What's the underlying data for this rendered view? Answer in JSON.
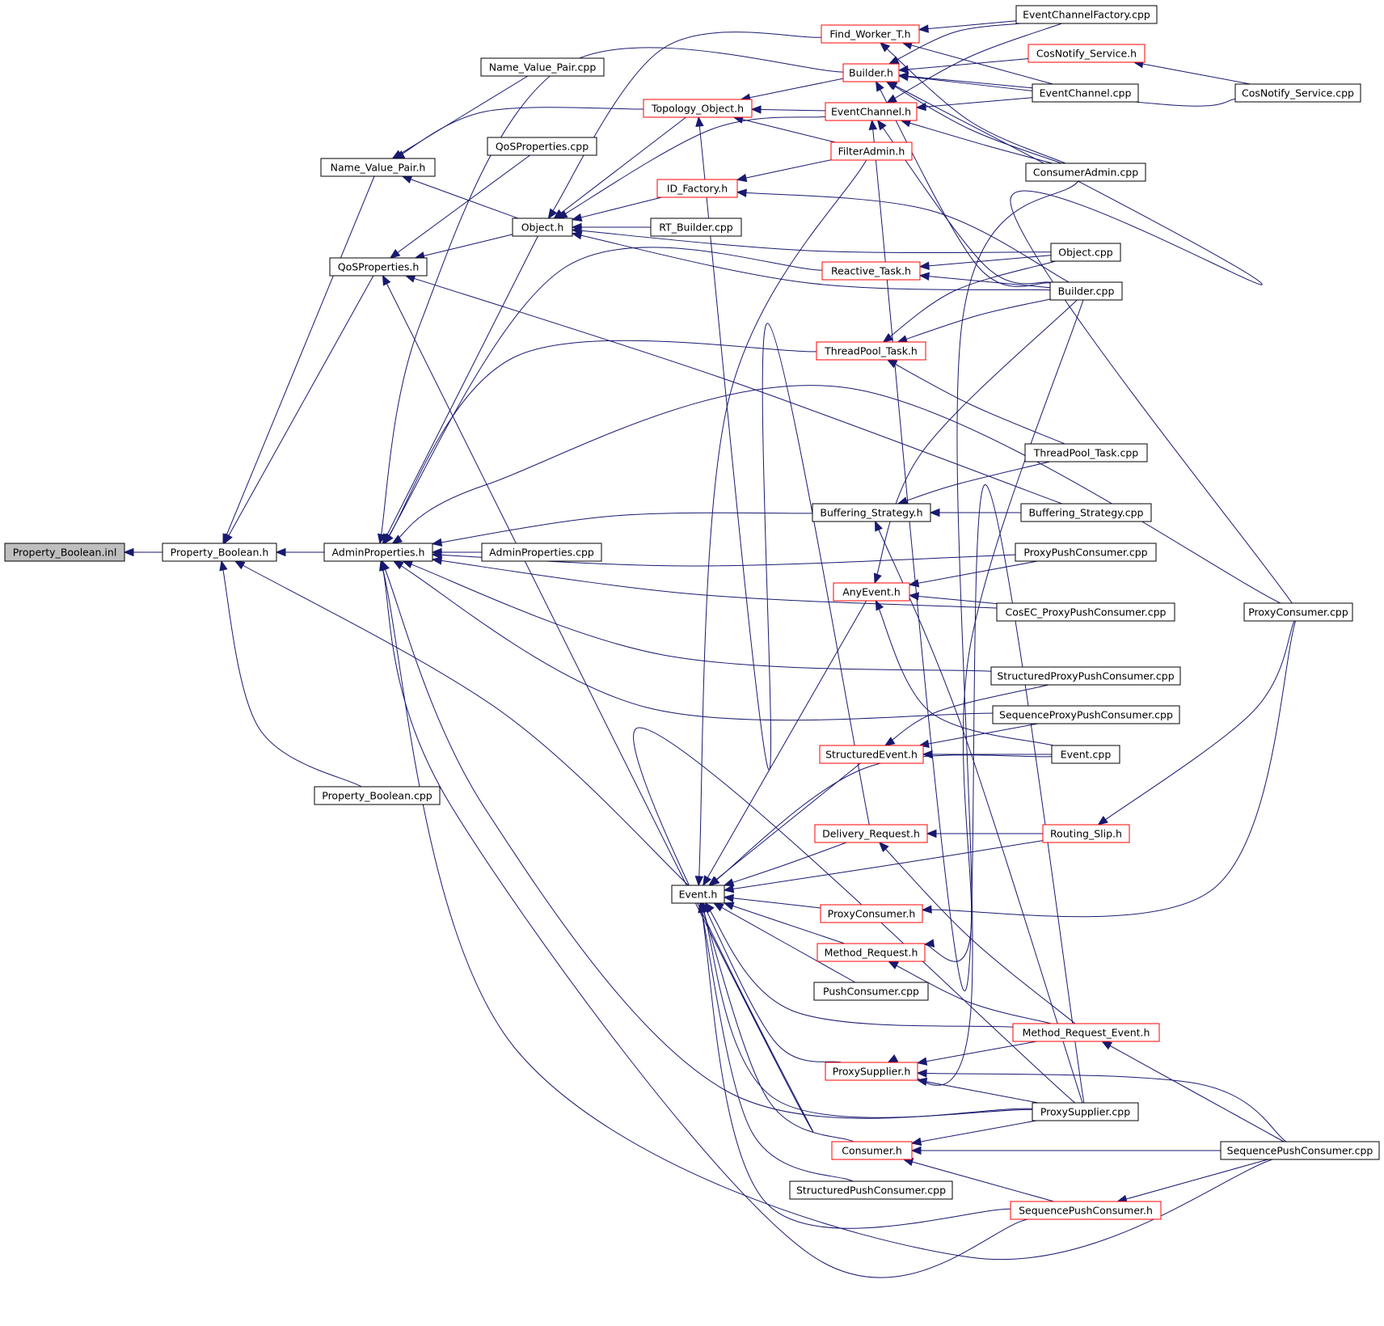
{
  "graph": {
    "colors": {
      "edge": "#191970",
      "node_border_normal": "#000000",
      "node_border_linked": "#ff0000",
      "root_fill": "#bfbfbf",
      "node_fill": "#ffffff"
    },
    "nodes": [
      {
        "id": "Property_Boolean_inl",
        "label": "Property_Boolean.inl",
        "style": "root"
      },
      {
        "id": "Property_Boolean_h",
        "label": "Property_Boolean.h",
        "style": "normal"
      },
      {
        "id": "AdminProperties_h",
        "label": "AdminProperties.h",
        "style": "normal"
      },
      {
        "id": "Name_Value_Pair_h",
        "label": "Name_Value_Pair.h",
        "style": "normal"
      },
      {
        "id": "Name_Value_Pair_cpp",
        "label": "Name_Value_Pair.cpp",
        "style": "normal"
      },
      {
        "id": "QoSProperties_cpp",
        "label": "QoSProperties.cpp",
        "style": "normal"
      },
      {
        "id": "QoSProperties_h",
        "label": "QoSProperties.h",
        "style": "normal"
      },
      {
        "id": "Property_Boolean_cpp",
        "label": "Property_Boolean.cpp",
        "style": "normal"
      },
      {
        "id": "Object_h",
        "label": "Object.h",
        "style": "normal"
      },
      {
        "id": "AdminProperties_cpp",
        "label": "AdminProperties.cpp",
        "style": "normal"
      },
      {
        "id": "Event_h",
        "label": "Event.h",
        "style": "normal"
      },
      {
        "id": "Topology_Object_h",
        "label": "Topology_Object.h",
        "style": "linked"
      },
      {
        "id": "ID_Factory_h",
        "label": "ID_Factory.h",
        "style": "linked"
      },
      {
        "id": "RT_Builder_cpp",
        "label": "RT_Builder.cpp",
        "style": "normal"
      },
      {
        "id": "Find_Worker_T_h",
        "label": "Find_Worker_T.h",
        "style": "linked"
      },
      {
        "id": "Builder_h",
        "label": "Builder.h",
        "style": "linked"
      },
      {
        "id": "EventChannel_h",
        "label": "EventChannel.h",
        "style": "linked"
      },
      {
        "id": "FilterAdmin_h",
        "label": "FilterAdmin.h",
        "style": "linked"
      },
      {
        "id": "Reactive_Task_h",
        "label": "Reactive_Task.h",
        "style": "linked"
      },
      {
        "id": "ThreadPool_Task_h",
        "label": "ThreadPool_Task.h",
        "style": "linked"
      },
      {
        "id": "Buffering_Strategy_h",
        "label": "Buffering_Strategy.h",
        "style": "normal"
      },
      {
        "id": "AnyEvent_h",
        "label": "AnyEvent.h",
        "style": "linked"
      },
      {
        "id": "StructuredEvent_h",
        "label": "StructuredEvent.h",
        "style": "linked"
      },
      {
        "id": "Delivery_Request_h",
        "label": "Delivery_Request.h",
        "style": "linked"
      },
      {
        "id": "ProxyConsumer_h",
        "label": "ProxyConsumer.h",
        "style": "linked"
      },
      {
        "id": "Method_Request_h",
        "label": "Method_Request.h",
        "style": "linked"
      },
      {
        "id": "PushConsumer_cpp",
        "label": "PushConsumer.cpp",
        "style": "normal"
      },
      {
        "id": "ProxySupplier_h",
        "label": "ProxySupplier.h",
        "style": "linked"
      },
      {
        "id": "Consumer_h",
        "label": "Consumer.h",
        "style": "linked"
      },
      {
        "id": "StructuredPushConsumer_cpp",
        "label": "StructuredPushConsumer.cpp",
        "style": "normal"
      },
      {
        "id": "EventChannelFactory_cpp",
        "label": "EventChannelFactory.cpp",
        "style": "normal"
      },
      {
        "id": "CosNotify_Service_h",
        "label": "CosNotify_Service.h",
        "style": "linked"
      },
      {
        "id": "EventChannel_cpp",
        "label": "EventChannel.cpp",
        "style": "normal"
      },
      {
        "id": "ConsumerAdmin_cpp",
        "label": "ConsumerAdmin.cpp",
        "style": "normal"
      },
      {
        "id": "Object_cpp",
        "label": "Object.cpp",
        "style": "normal"
      },
      {
        "id": "Builder_cpp",
        "label": "Builder.cpp",
        "style": "normal"
      },
      {
        "id": "ThreadPool_Task_cpp",
        "label": "ThreadPool_Task.cpp",
        "style": "normal"
      },
      {
        "id": "Buffering_Strategy_cpp",
        "label": "Buffering_Strategy.cpp",
        "style": "normal"
      },
      {
        "id": "ProxyPushConsumer_cpp",
        "label": "ProxyPushConsumer.cpp",
        "style": "normal"
      },
      {
        "id": "CosEC_ProxyPushConsumer_cpp",
        "label": "CosEC_ProxyPushConsumer.cpp",
        "style": "normal"
      },
      {
        "id": "StructuredProxyPushConsumer_cpp",
        "label": "StructuredProxyPushConsumer.cpp",
        "style": "normal"
      },
      {
        "id": "SequenceProxyPushConsumer_cpp",
        "label": "SequenceProxyPushConsumer.cpp",
        "style": "normal"
      },
      {
        "id": "Event_cpp",
        "label": "Event.cpp",
        "style": "normal"
      },
      {
        "id": "Routing_Slip_h",
        "label": "Routing_Slip.h",
        "style": "linked"
      },
      {
        "id": "Method_Request_Event_h",
        "label": "Method_Request_Event.h",
        "style": "linked"
      },
      {
        "id": "ProxySupplier_cpp",
        "label": "ProxySupplier.cpp",
        "style": "normal"
      },
      {
        "id": "SequencePushConsumer_h",
        "label": "SequencePushConsumer.h",
        "style": "linked"
      },
      {
        "id": "CosNotify_Service_cpp",
        "label": "CosNotify_Service.cpp",
        "style": "normal"
      },
      {
        "id": "ProxyConsumer_cpp",
        "label": "ProxyConsumer.cpp",
        "style": "normal"
      },
      {
        "id": "SequencePushConsumer_cpp",
        "label": "SequencePushConsumer.cpp",
        "style": "normal"
      }
    ],
    "edges": [
      [
        "Property_Boolean_h",
        "Property_Boolean_inl"
      ],
      [
        "AdminProperties_h",
        "Property_Boolean_h"
      ],
      [
        "Name_Value_Pair_h",
        "Property_Boolean_h"
      ],
      [
        "QoSProperties_h",
        "Property_Boolean_h"
      ],
      [
        "Property_Boolean_cpp",
        "Property_Boolean_h"
      ],
      [
        "Event_h",
        "Property_Boolean_h"
      ],
      [
        "Name_Value_Pair_cpp",
        "Name_Value_Pair_h"
      ],
      [
        "Topology_Object_h",
        "Name_Value_Pair_h"
      ],
      [
        "Object_h",
        "Name_Value_Pair_h"
      ],
      [
        "QoSProperties_cpp",
        "QoSProperties_h"
      ],
      [
        "Object_h",
        "QoSProperties_h"
      ],
      [
        "Buffering_Strategy_cpp",
        "QoSProperties_h"
      ],
      [
        "ProxySupplier_cpp",
        "QoSProperties_h"
      ],
      [
        "AdminProperties_cpp",
        "AdminProperties_h"
      ],
      [
        "Object_h",
        "AdminProperties_h"
      ],
      [
        "Builder_h",
        "AdminProperties_h"
      ],
      [
        "Reactive_Task_h",
        "AdminProperties_h"
      ],
      [
        "ThreadPool_Task_h",
        "AdminProperties_h"
      ],
      [
        "Buffering_Strategy_h",
        "AdminProperties_h"
      ],
      [
        "ProxyPushConsumer_cpp",
        "AdminProperties_h"
      ],
      [
        "CosEC_ProxyPushConsumer_cpp",
        "AdminProperties_h"
      ],
      [
        "StructuredProxyPushConsumer_cpp",
        "AdminProperties_h"
      ],
      [
        "SequenceProxyPushConsumer_cpp",
        "AdminProperties_h"
      ],
      [
        "ProxyConsumer_cpp",
        "AdminProperties_h"
      ],
      [
        "ProxySupplier_cpp",
        "AdminProperties_h"
      ],
      [
        "SequencePushConsumer_h",
        "AdminProperties_h"
      ],
      [
        "SequencePushConsumer_cpp",
        "AdminProperties_h"
      ],
      [
        "Topology_Object_h",
        "Object_h"
      ],
      [
        "ID_Factory_h",
        "Object_h"
      ],
      [
        "RT_Builder_cpp",
        "Object_h"
      ],
      [
        "Find_Worker_T_h",
        "Object_h"
      ],
      [
        "EventChannel_h",
        "Object_h"
      ],
      [
        "Object_cpp",
        "Object_h"
      ],
      [
        "Builder_cpp",
        "Object_h"
      ],
      [
        "Builder_h",
        "Topology_Object_h"
      ],
      [
        "EventChannel_h",
        "Topology_Object_h"
      ],
      [
        "FilterAdmin_h",
        "Topology_Object_h"
      ],
      [
        "Delivery_Request_h",
        "Topology_Object_h"
      ],
      [
        "FilterAdmin_h",
        "ID_Factory_h"
      ],
      [
        "Builder_cpp",
        "ID_Factory_h"
      ],
      [
        "EventChannelFactory_cpp",
        "Find_Worker_T_h"
      ],
      [
        "EventChannel_cpp",
        "Find_Worker_T_h"
      ],
      [
        "ConsumerAdmin_cpp",
        "Find_Worker_T_h"
      ],
      [
        "EventChannelFactory_cpp",
        "Builder_h"
      ],
      [
        "CosNotify_Service_h",
        "Builder_h"
      ],
      [
        "EventChannel_cpp",
        "Builder_h"
      ],
      [
        "ConsumerAdmin_cpp",
        "Builder_h"
      ],
      [
        "Builder_cpp",
        "Builder_h"
      ],
      [
        "CosNotify_Service_cpp",
        "Builder_h"
      ],
      [
        "ProxyConsumer_cpp",
        "Builder_h"
      ],
      [
        "EventChannelFactory_cpp",
        "EventChannel_h"
      ],
      [
        "EventChannel_cpp",
        "EventChannel_h"
      ],
      [
        "ConsumerAdmin_cpp",
        "EventChannel_h"
      ],
      [
        "Builder_cpp",
        "EventChannel_h"
      ],
      [
        "ProxySupplier_cpp",
        "EventChannel_h"
      ],
      [
        "CosNotify_Service_cpp",
        "CosNotify_Service_h"
      ],
      [
        "Object_cpp",
        "Reactive_Task_h"
      ],
      [
        "Builder_cpp",
        "Reactive_Task_h"
      ],
      [
        "Object_cpp",
        "ThreadPool_Task_h"
      ],
      [
        "Builder_cpp",
        "ThreadPool_Task_h"
      ],
      [
        "ThreadPool_Task_cpp",
        "ThreadPool_Task_h"
      ],
      [
        "Buffering_Strategy_cpp",
        "Buffering_Strategy_h"
      ],
      [
        "ThreadPool_Task_cpp",
        "Buffering_Strategy_h"
      ],
      [
        "ProxySupplier_cpp",
        "Buffering_Strategy_h"
      ],
      [
        "Builder_cpp",
        "AnyEvent_h"
      ],
      [
        "ProxyPushConsumer_cpp",
        "AnyEvent_h"
      ],
      [
        "CosEC_ProxyPushConsumer_cpp",
        "AnyEvent_h"
      ],
      [
        "Event_cpp",
        "AnyEvent_h"
      ],
      [
        "StructuredProxyPushConsumer_cpp",
        "StructuredEvent_h"
      ],
      [
        "SequenceProxyPushConsumer_cpp",
        "StructuredEvent_h"
      ],
      [
        "Event_cpp",
        "StructuredEvent_h"
      ],
      [
        "Routing_Slip_h",
        "Delivery_Request_h"
      ],
      [
        "Method_Request_Event_h",
        "Delivery_Request_h"
      ],
      [
        "ProxyConsumer_cpp",
        "ProxyConsumer_h"
      ],
      [
        "Builder_cpp",
        "Method_Request_h"
      ],
      [
        "Method_Request_Event_h",
        "Method_Request_h"
      ],
      [
        "ConsumerAdmin_cpp",
        "ProxySupplier_h"
      ],
      [
        "Method_Request_Event_h",
        "ProxySupplier_h"
      ],
      [
        "ProxySupplier_cpp",
        "ProxySupplier_h"
      ],
      [
        "SequencePushConsumer_cpp",
        "ProxySupplier_h"
      ],
      [
        "ProxySupplier_cpp",
        "Consumer_h"
      ],
      [
        "SequencePushConsumer_h",
        "Consumer_h"
      ],
      [
        "SequencePushConsumer_cpp",
        "Consumer_h"
      ],
      [
        "ProxyConsumer_cpp",
        "Routing_Slip_h"
      ],
      [
        "SequencePushConsumer_cpp",
        "Method_Request_Event_h"
      ],
      [
        "SequencePushConsumer_cpp",
        "SequencePushConsumer_h"
      ],
      [
        "FilterAdmin_h",
        "Event_h"
      ],
      [
        "AnyEvent_h",
        "Event_h"
      ],
      [
        "StructuredEvent_h",
        "Event_h"
      ],
      [
        "Delivery_Request_h",
        "Event_h"
      ],
      [
        "ProxyConsumer_h",
        "Event_h"
      ],
      [
        "Method_Request_h",
        "Event_h"
      ],
      [
        "PushConsumer_cpp",
        "Event_h"
      ],
      [
        "ProxySupplier_h",
        "Event_h"
      ],
      [
        "Consumer_h",
        "Event_h"
      ],
      [
        "StructuredPushConsumer_cpp",
        "Event_h"
      ],
      [
        "Method_Request_Event_h",
        "Event_h"
      ],
      [
        "Routing_Slip_h",
        "Event_h"
      ],
      [
        "Event_cpp",
        "Event_h"
      ],
      [
        "ProxySupplier_cpp",
        "Event_h"
      ],
      [
        "SequencePushConsumer_h",
        "Event_h"
      ]
    ]
  }
}
